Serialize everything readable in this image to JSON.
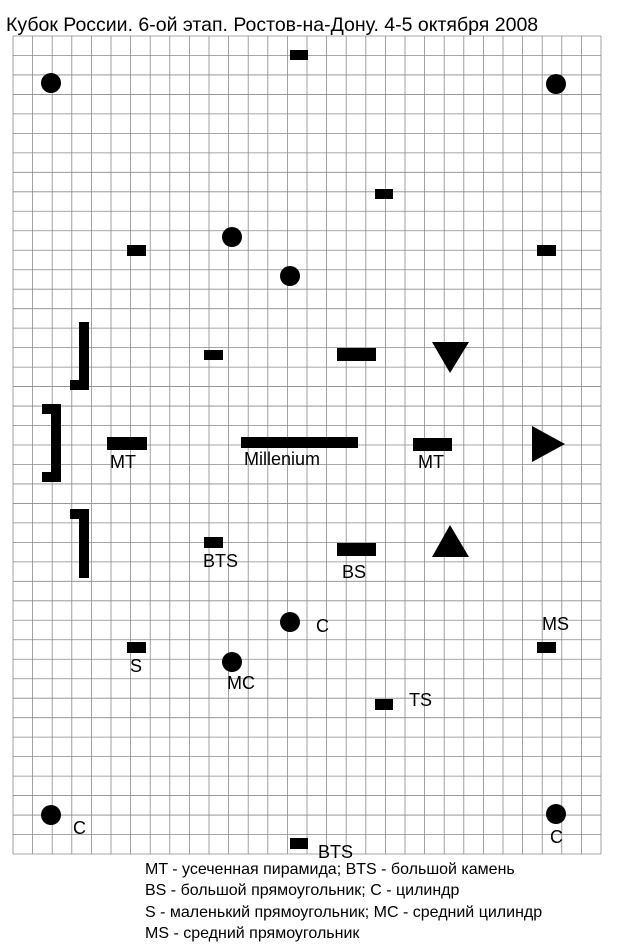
{
  "title": "Кубок России. 6-ой этап. Ростов-на-Дону. 4-5 октября 2008",
  "colors": {
    "grid": "#8a8a8a",
    "ink": "#000000"
  },
  "legend": {
    "line1": "MT - усеченная пирамида; BTS - большой камень",
    "line2": "BS - большой прямоугольник; C - цилиндр",
    "line3": "S - маленький прямоугольник; MC - средний цилиндр",
    "line4": "MS - средний прямоугольник"
  },
  "labels": {
    "mt_left": "MT",
    "millenium": "Millenium",
    "mt_right": "MT",
    "bts_mid": "BTS",
    "bs": "BS",
    "c_center": "C",
    "ms": "MS",
    "s": "S",
    "mc": "MC",
    "ts": "TS",
    "c_bottom_left": "C",
    "bts_bottom": "BTS",
    "c_bottom_right": "C"
  }
}
